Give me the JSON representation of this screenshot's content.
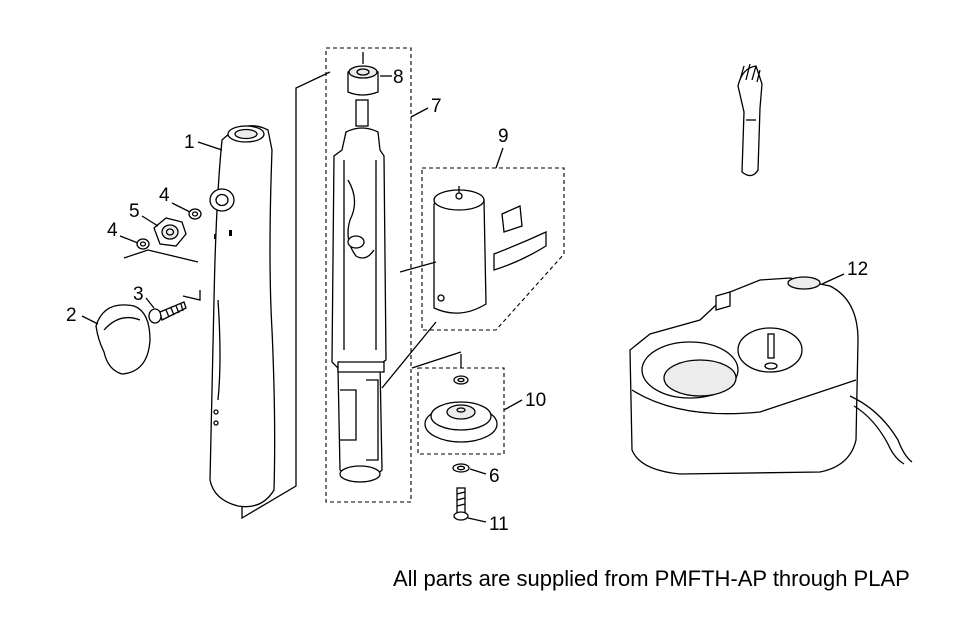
{
  "labels": {
    "1": "1",
    "2": "2",
    "3": "3",
    "4a": "4",
    "4b": "4",
    "5": "5",
    "6": "6",
    "7": "7",
    "8": "8",
    "9": "9",
    "10": "10",
    "11": "11",
    "12": "12"
  },
  "footer": "All parts are supplied from PMFTH-AP through PLAP"
}
